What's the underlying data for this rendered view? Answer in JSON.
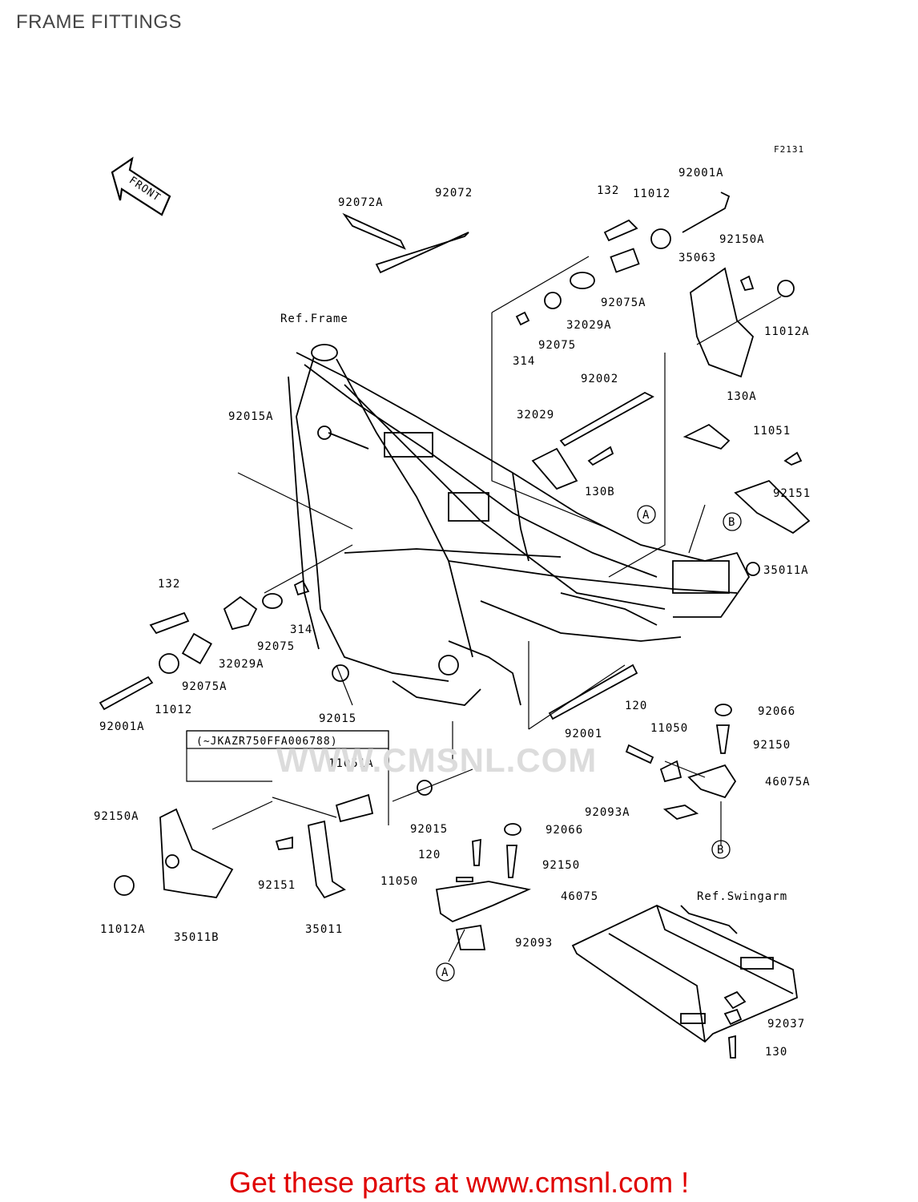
{
  "page": {
    "title": "FRAME FITTINGS",
    "figure_code": "F2131",
    "front_arrow": "FRONT",
    "watermark": "WWW.CMSNL.COM",
    "cta": "Get these parts at www.cmsnl.com !"
  },
  "references": {
    "frame": "Ref.Frame",
    "swingarm": "Ref.Swingarm",
    "serial_note": "(~JKAZR750FFA006788)"
  },
  "callouts": {
    "a_top": "A",
    "b_top": "B",
    "b_bottom": "B",
    "a_bottom": "A"
  },
  "parts": [
    "92072A",
    "92072",
    "132",
    "11012",
    "92001A",
    "92150A",
    "35063",
    "11012A",
    "92075A",
    "32029A",
    "92075",
    "314",
    "92002",
    "130A",
    "32029",
    "11051",
    "130B",
    "92015A",
    "92151",
    "35011A",
    "132",
    "314",
    "92075",
    "32029A",
    "92075A",
    "11012",
    "92001A",
    "92015",
    "92001",
    "120",
    "11050",
    "92066",
    "92150",
    "46075A",
    "92093A",
    "11051A",
    "92150A",
    "92151",
    "92015",
    "92066",
    "120",
    "92150",
    "11050",
    "46075",
    "92093",
    "11012A",
    "35011B",
    "35011",
    "92037",
    "130"
  ]
}
